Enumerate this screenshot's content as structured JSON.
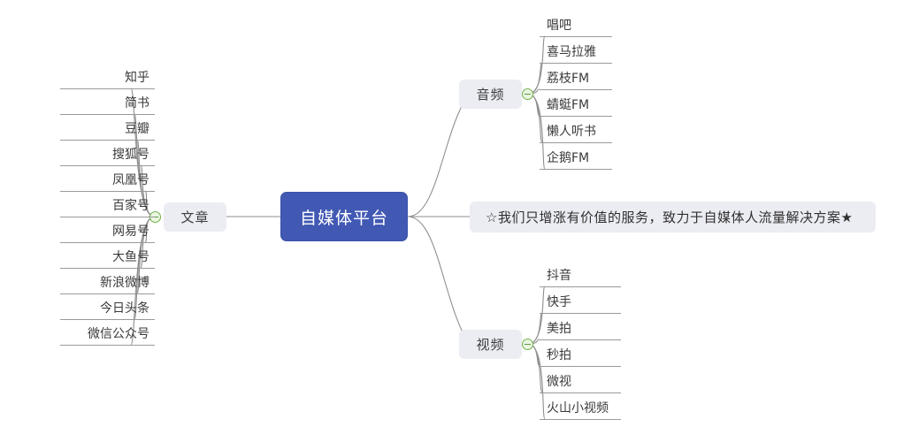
{
  "diagram": {
    "type": "mind-map",
    "title": "自媒体平台",
    "background": "#ffffff",
    "colors": {
      "root_fill": "#4259b4",
      "root_text": "#ffffff",
      "branch_fill": "#ecedf3",
      "branch_text": "#3d3d3d",
      "leaf_text": "#3a3a3a",
      "link_line": "#8f8f8f",
      "hub_border": "#74b14a",
      "hub_fill": "#eaf5e2"
    },
    "root": {
      "label": "自媒体平台"
    },
    "branches": [
      {
        "id": "articles",
        "label": "文章",
        "side": "left",
        "collapse_icon": "minus-circle-icon",
        "leaves": [
          "知乎",
          "简书",
          "豆瓣",
          "搜狐号",
          "凤凰号",
          "百家号",
          "网易号",
          "大鱼号",
          "新浪微博",
          "今日头条",
          "微信公众号"
        ]
      },
      {
        "id": "audio",
        "label": "音频",
        "side": "right",
        "collapse_icon": "minus-circle-icon",
        "leaves": [
          "唱吧",
          "喜马拉雅",
          "荔枝FM",
          "蜻蜓FM",
          "懒人听书",
          "企鹅FM"
        ]
      },
      {
        "id": "slogan",
        "label": "☆我们只增涨有价值的服务，致力于自媒体人流量解决方案★",
        "side": "right",
        "collapse_icon": "",
        "leaves": []
      },
      {
        "id": "video",
        "label": "视频",
        "side": "right",
        "collapse_icon": "minus-circle-icon",
        "leaves": [
          "抖音",
          "快手",
          "美拍",
          "秒拍",
          "微视",
          "火山小视频"
        ]
      }
    ]
  }
}
